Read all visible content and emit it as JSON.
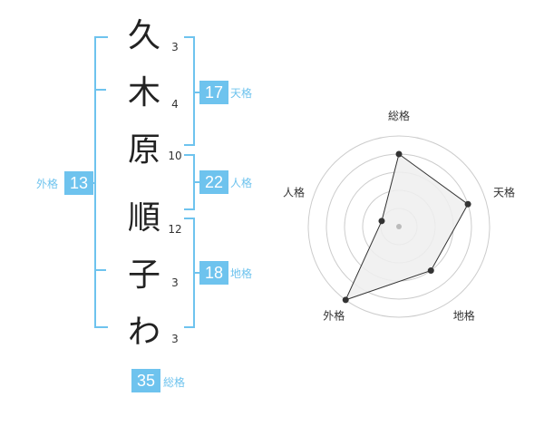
{
  "name": {
    "chars": [
      {
        "char": "久",
        "strokes": "3"
      },
      {
        "char": "木",
        "strokes": "4"
      },
      {
        "char": "原",
        "strokes": "10"
      },
      {
        "char": "順",
        "strokes": "12"
      },
      {
        "char": "子",
        "strokes": "3"
      },
      {
        "char": "わ",
        "strokes": "3"
      }
    ]
  },
  "fortunes": {
    "tenkaku": {
      "value": "17",
      "label": "天格"
    },
    "jinkaku": {
      "value": "22",
      "label": "人格"
    },
    "chikaku": {
      "value": "18",
      "label": "地格"
    },
    "gaikaku": {
      "value": "13",
      "label": "外格"
    },
    "soukaku": {
      "value": "35",
      "label": "総格"
    }
  },
  "chart_data": {
    "type": "radar",
    "axes": [
      "総格",
      "天格",
      "地格",
      "外格",
      "人格"
    ],
    "values": [
      4,
      4,
      3,
      5,
      1
    ],
    "rmax": 5,
    "rings": 5
  },
  "colors": {
    "accent": "#6ec3ee",
    "polygon_fill": "#eeeeee",
    "ring": "#cccccc",
    "line": "#333333"
  }
}
